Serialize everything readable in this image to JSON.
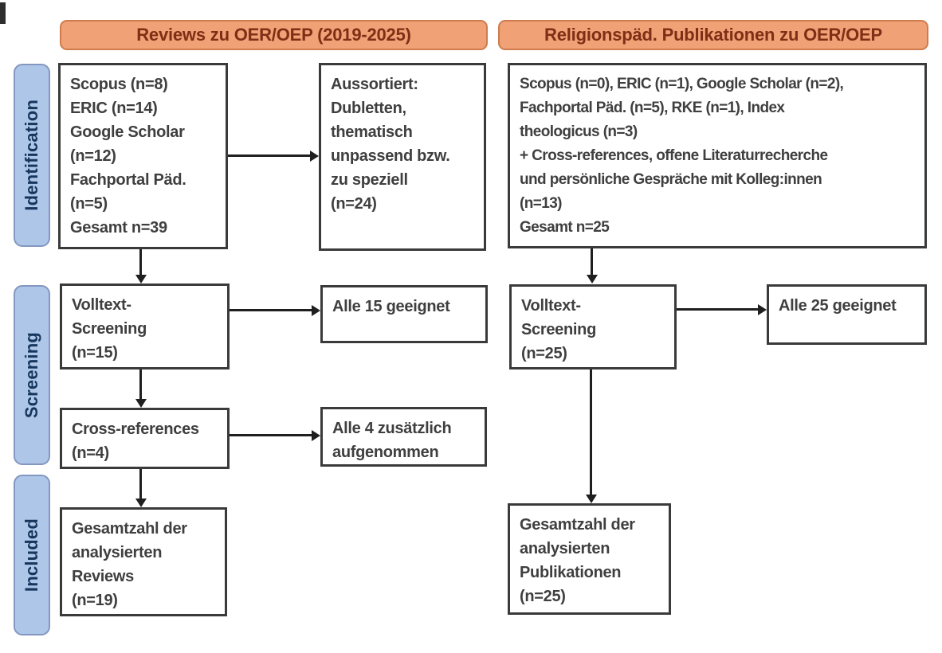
{
  "diagram": {
    "title_headers": {
      "reviews": "Reviews zu OER/OEP (2019-2025)",
      "religionspaed": "Religionspäd. Publikationen zu OER/OEP"
    },
    "stages": {
      "identification": "Identification",
      "screening": "Screening",
      "included": "Included"
    },
    "boxes": {
      "reviews_sources": {
        "lines": [
          "Scopus (n=8)",
          "ERIC (n=14)",
          "Google Scholar",
          "(n=12)",
          "Fachportal Päd.",
          "(n=5)",
          "Gesamt n=39"
        ]
      },
      "reviews_excluded": {
        "lines": [
          "Aussortiert:",
          "Dubletten,",
          "thematisch",
          "unpassend bzw.",
          "zu speziell",
          "(n=24)"
        ]
      },
      "religionspaed_sources": {
        "lines": [
          "Scopus (n=0), ERIC (n=1), Google Scholar (n=2),",
          "Fachportal Päd. (n=5), RKE (n=1), Index",
          "theologicus (n=3)",
          "+ Cross-references, offene Literaturrecherche",
          "und persönliche Gespräche mit Kolleg:innen",
          "(n=13)",
          "Gesamt n=25"
        ]
      },
      "reviews_fulltext": {
        "lines": [
          "Volltext-",
          "Screening",
          "(n=15)"
        ]
      },
      "reviews_fulltext_result": {
        "lines": [
          "Alle 15 geeignet"
        ]
      },
      "reviews_crossref": {
        "lines": [
          "Cross-references",
          "(n=4)"
        ]
      },
      "reviews_crossref_result": {
        "lines": [
          "Alle 4 zusätzlich",
          "aufgenommen"
        ]
      },
      "religionspaed_fulltext": {
        "lines": [
          "Volltext-",
          "Screening",
          "(n=25)"
        ]
      },
      "religionspaed_fulltext_result": {
        "lines": [
          "Alle 25 geeignet"
        ]
      },
      "reviews_included": {
        "lines": [
          "Gesamtzahl der",
          "analysierten",
          "Reviews",
          "(n=19)"
        ]
      },
      "religionspaed_included": {
        "lines": [
          "Gesamtzahl der",
          "analysierten",
          "Publikationen",
          "(n=25)"
        ]
      }
    },
    "colors": {
      "header_fill": "#F0A175",
      "header_border": "#CE7C4E",
      "header_text": "#7E2F15",
      "stage_fill": "#AEC6E8",
      "stage_border": "#8497C1",
      "stage_text": "#17365D",
      "box_border": "#3A3A3A",
      "box_text": "#3F3F3F",
      "arrow": "#1F1F1F"
    }
  }
}
